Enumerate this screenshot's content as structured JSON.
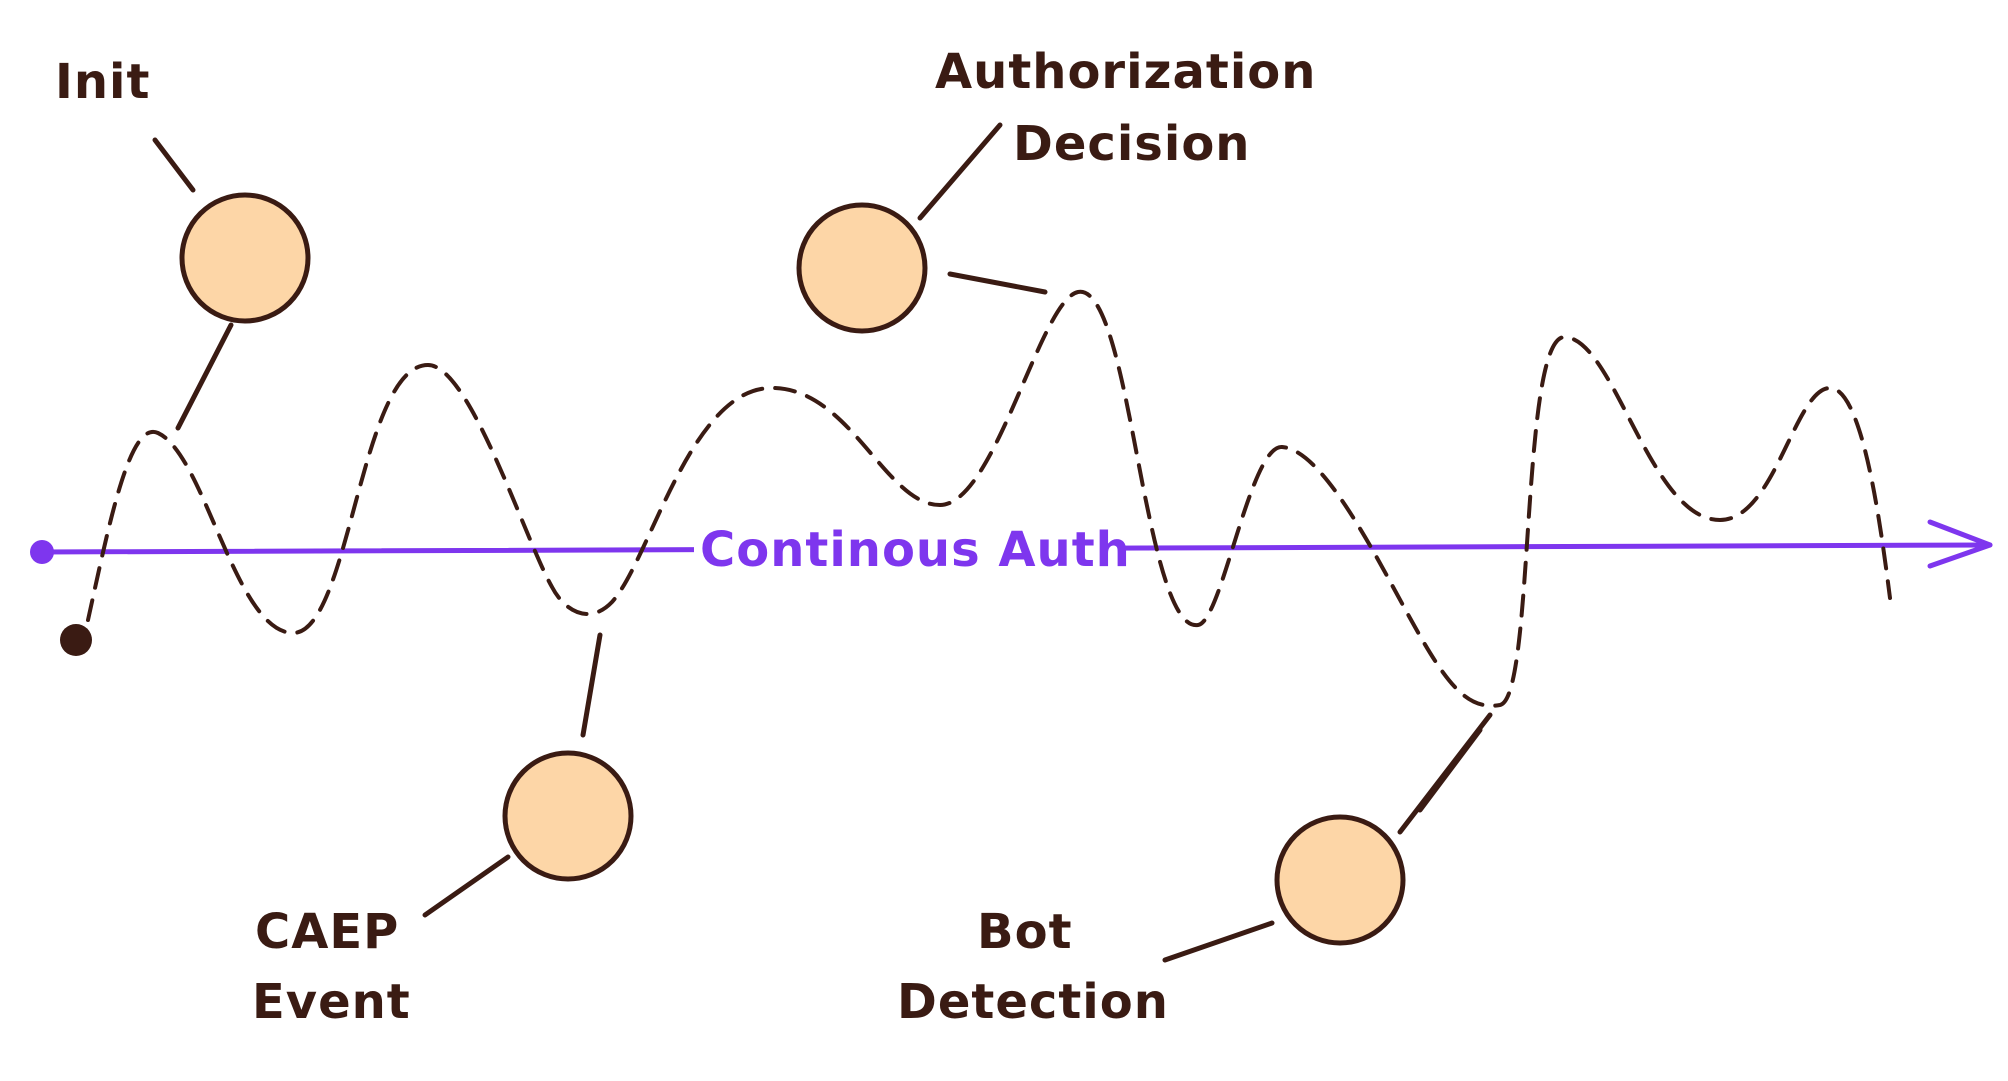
{
  "axis": {
    "label": "Continous Auth",
    "color": "#7e36ee"
  },
  "signal": {
    "color": "#3a1b13"
  },
  "nodes": [
    {
      "id": "init",
      "lines": [
        "Init"
      ]
    },
    {
      "id": "authorization-decision",
      "lines": [
        "Authorization",
        "Decision"
      ]
    },
    {
      "id": "caep-event",
      "lines": [
        "CAEP",
        "Event"
      ]
    },
    {
      "id": "bot-detection",
      "lines": [
        "Bot",
        "Detection"
      ]
    }
  ],
  "colors": {
    "node_fill": "#fdd6a7",
    "ink": "#3a1b13"
  }
}
